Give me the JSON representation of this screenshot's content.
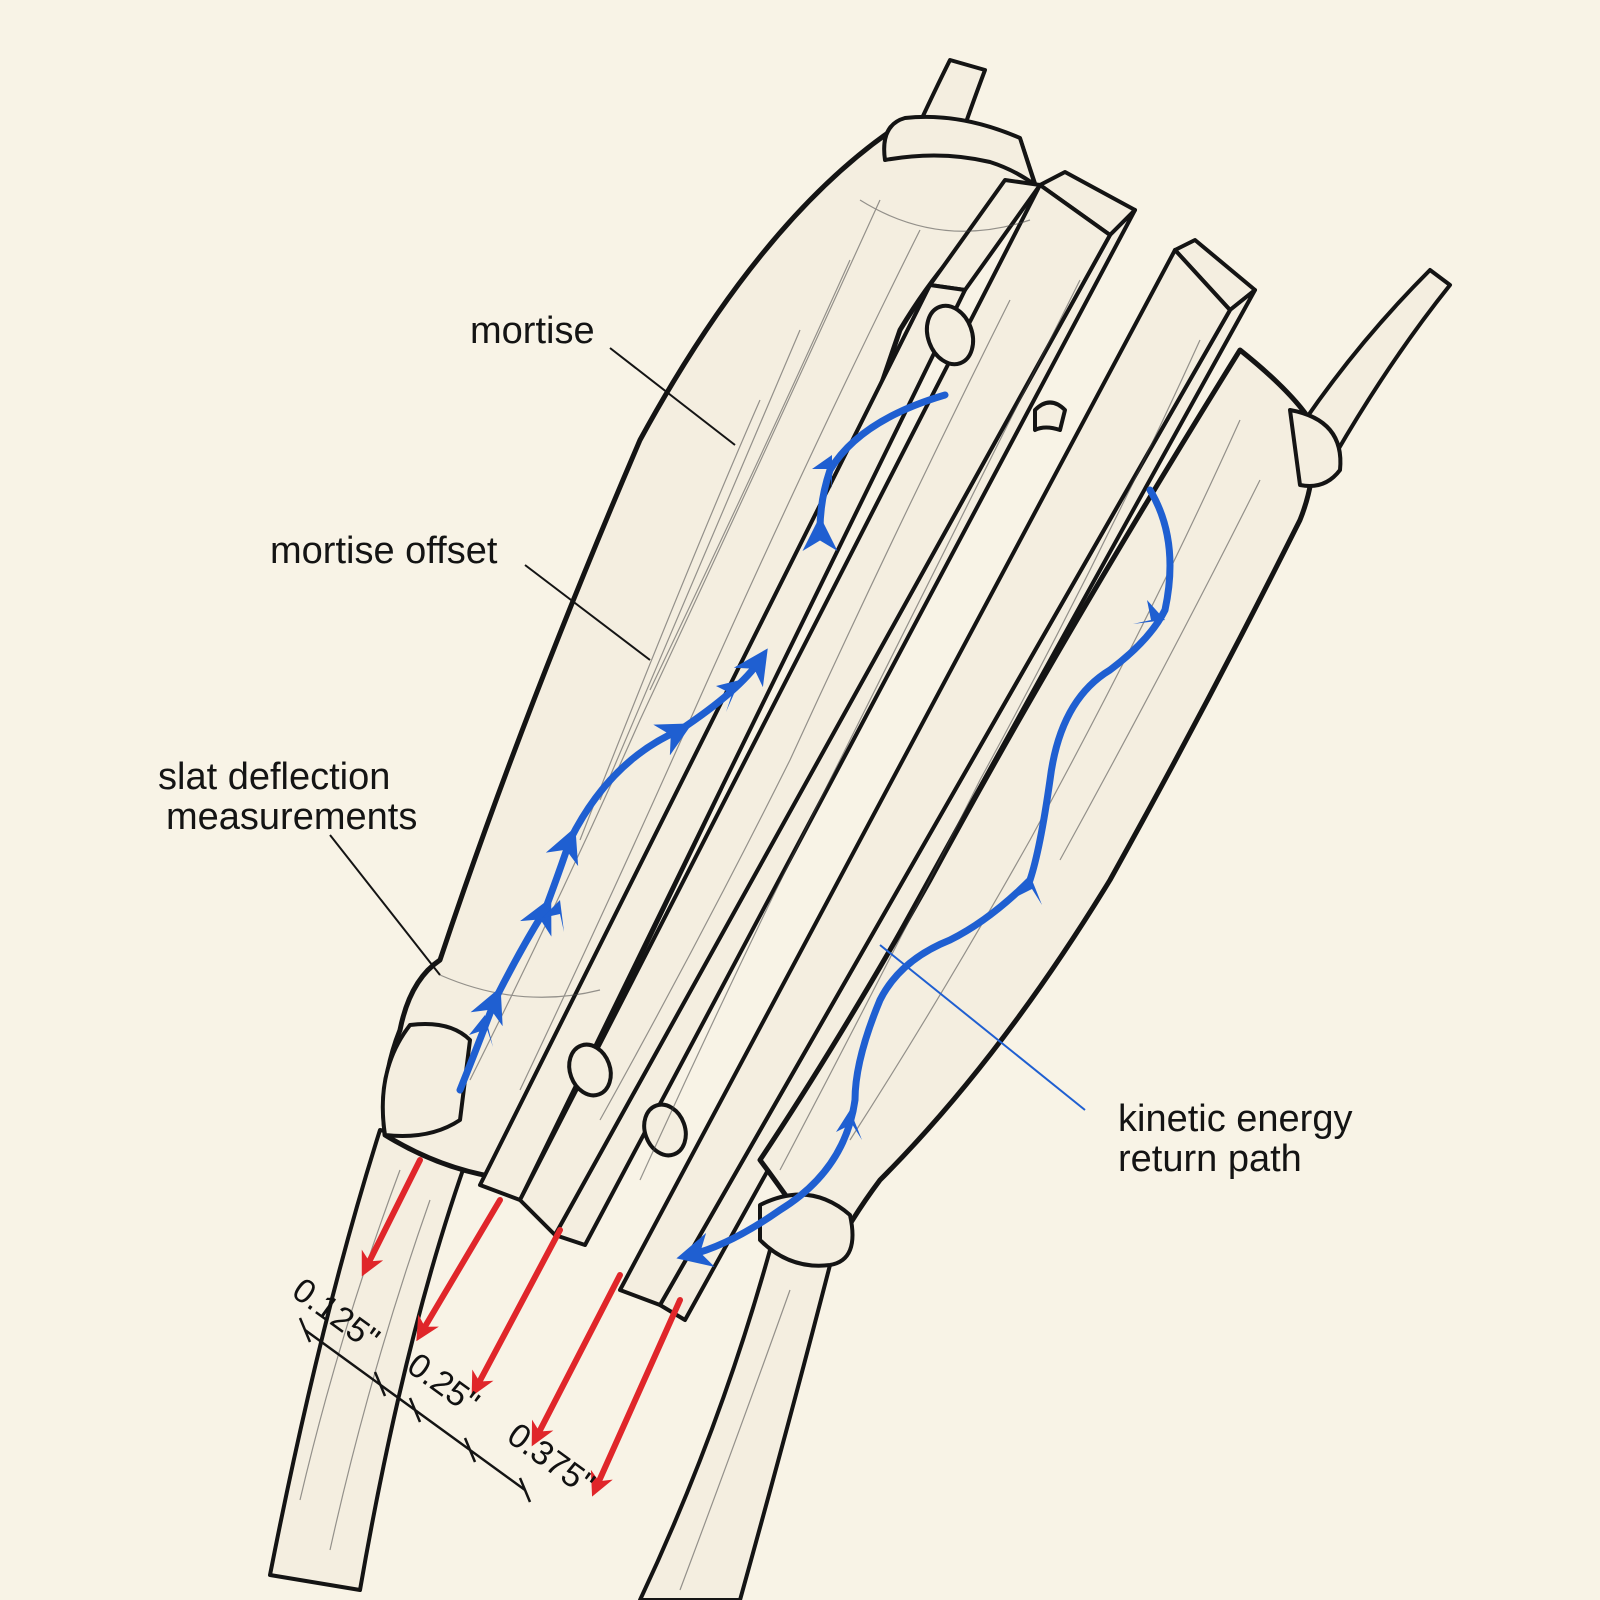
{
  "labels": {
    "mortise": "mortise",
    "mortise_offset": "mortise offset",
    "slat_deflection_line1": "slat deflection",
    "slat_deflection_line2": "measurements",
    "kinetic_line1": "kinetic energy",
    "kinetic_line2": "return path"
  },
  "dimensions": [
    "0.125\"",
    "0.25\"",
    "0.375\""
  ],
  "colors": {
    "background": "#f8f3e6",
    "ink": "#141414",
    "energy_path": "#1f5fd1",
    "deflection_arrows": "#e0262a",
    "wood": "#f4eee0"
  }
}
